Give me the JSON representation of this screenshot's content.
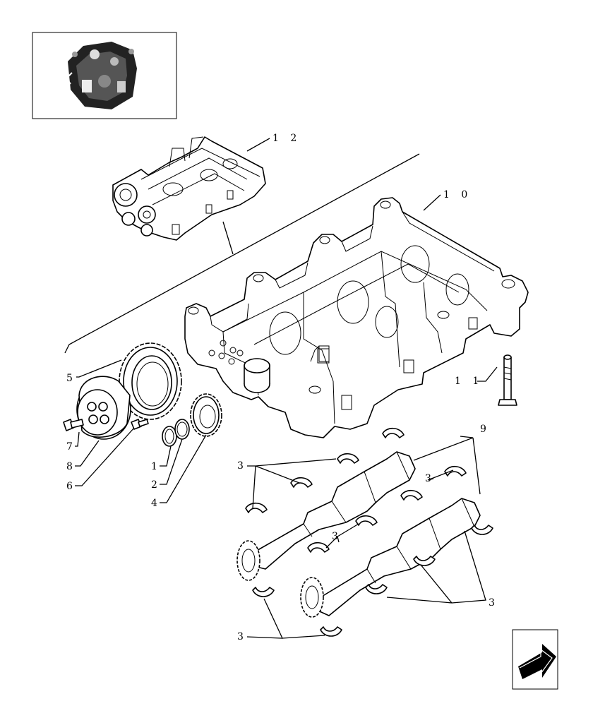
{
  "callouts": {
    "c1": "1",
    "c2": "2",
    "c3": "3",
    "c4": "4",
    "c5": "5",
    "c6": "6",
    "c7": "7",
    "c8": "8",
    "c9": "9",
    "c10": "1 0",
    "c11": "1 1",
    "c12": "1 2"
  },
  "icons": {
    "engine_thumbnail": "engine-thumbnail-icon",
    "nav_arrow": "next-page-arrow-icon"
  }
}
